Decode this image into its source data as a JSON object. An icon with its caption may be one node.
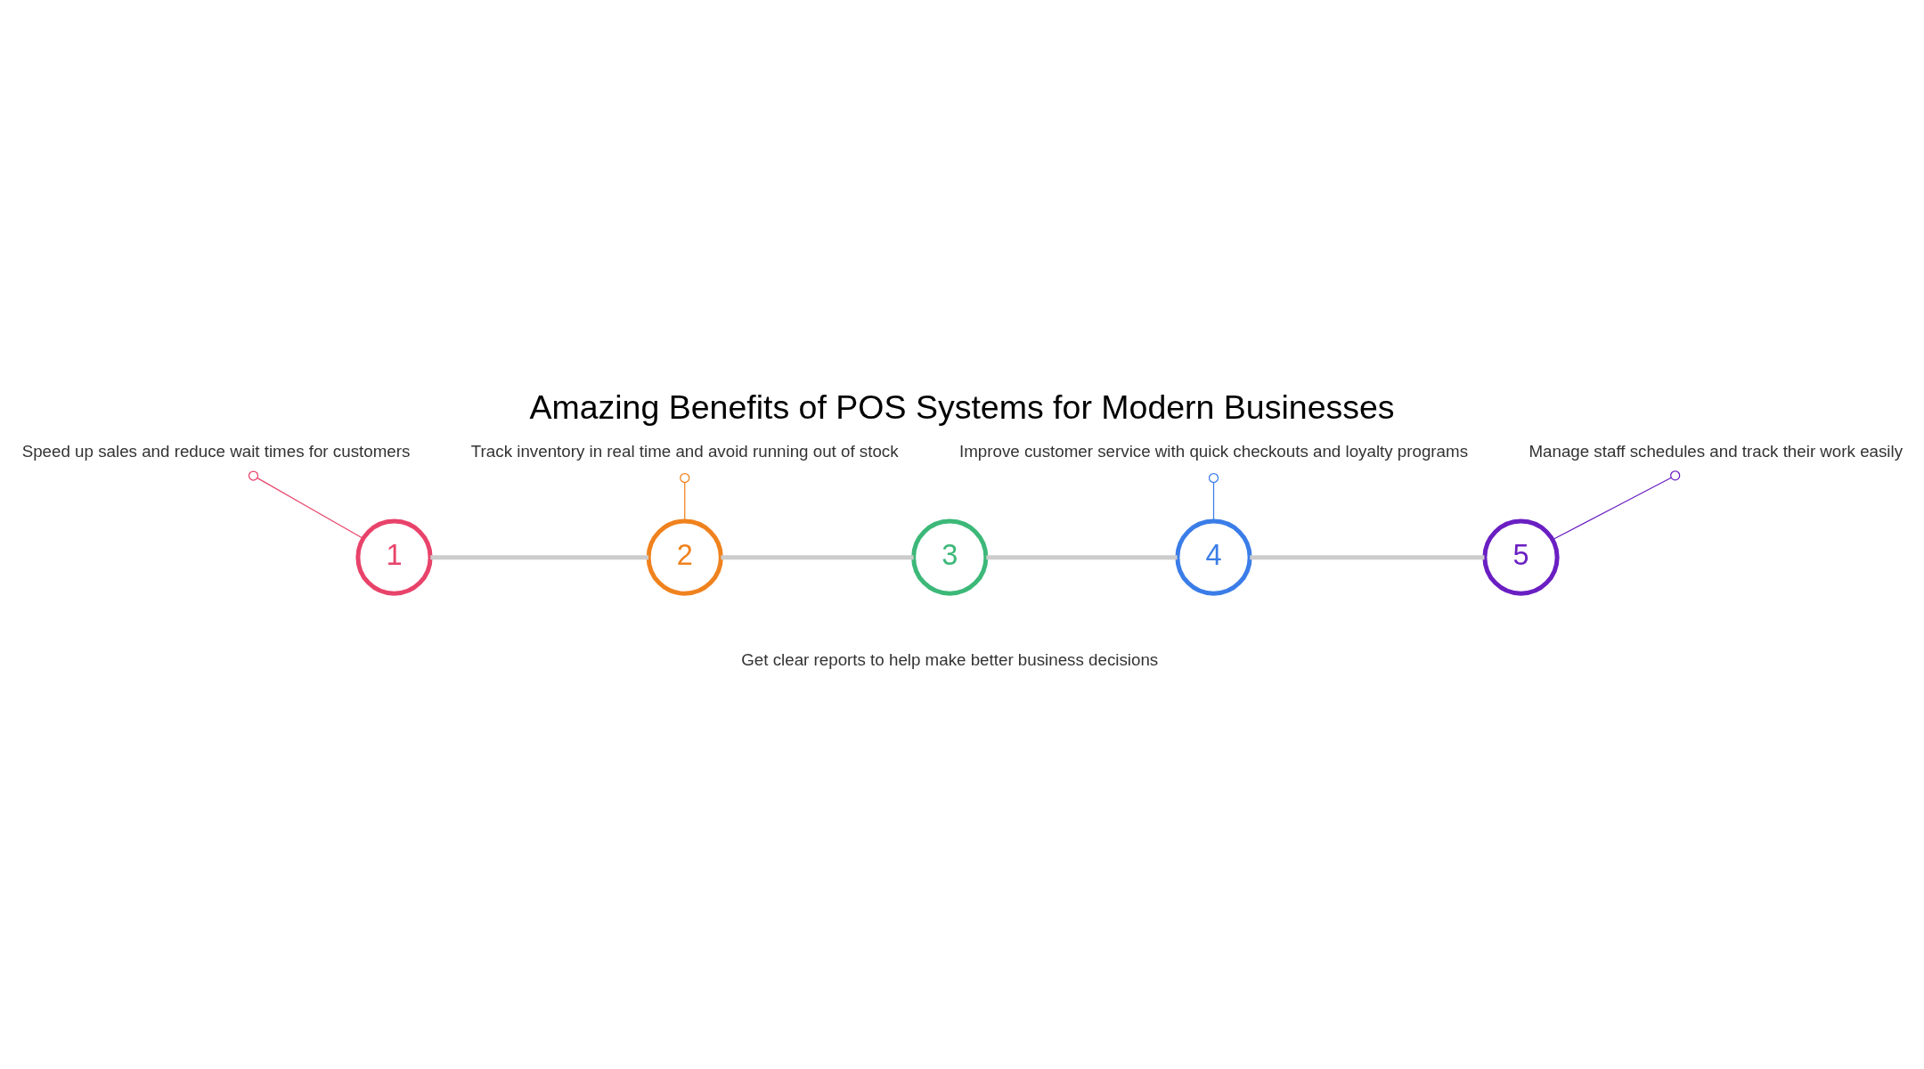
{
  "diagram": {
    "title": "Amazing Benefits of POS Systems for Modern Businesses",
    "nodes": [
      {
        "text": [
          "1"
        ]
      },
      {
        "text": [
          "2"
        ]
      },
      {
        "text": [
          "3"
        ],
        "beside": [
          "Get clear reports to help make better business decisions"
        ]
      },
      {
        "text": [
          "4"
        ]
      },
      {
        "text": [
          "5"
        ]
      },
      {
        "text": [
          "Speed up sales and reduce wait times for customers"
        ]
      },
      {
        "text": [
          "Track inventory in real time and avoid running out of stock"
        ]
      },
      {
        "text": [
          "Improve customer service with quick checkouts and loyalty programs"
        ]
      },
      {
        "text": [
          "Manage staff schedules and track their work easily"
        ]
      }
    ],
    "edges": [
      {
        "from": 0,
        "to": 1,
        "arrow": "none",
        "style": "thick",
        "color": "#cccccc"
      },
      {
        "from": 1,
        "to": 2,
        "arrow": "none",
        "style": "thick",
        "color": "#cccccc"
      },
      {
        "from": 2,
        "to": 3,
        "arrow": "none",
        "style": "thick",
        "color": "#cccccc"
      },
      {
        "from": 3,
        "to": 4,
        "arrow": "none",
        "style": "thick",
        "color": "#cccccc"
      },
      {
        "from": 5,
        "to": 0,
        "arrow": "other",
        "color": "#e8436a"
      },
      {
        "from": 6,
        "to": 1,
        "arrow": "other",
        "color": "#f0821e"
      },
      {
        "from": 7,
        "to": 3,
        "arrow": "other",
        "color": "#3b7de8"
      },
      {
        "from": 8,
        "to": 4,
        "arrow": "other",
        "color": "#6a1fc2"
      }
    ]
  }
}
